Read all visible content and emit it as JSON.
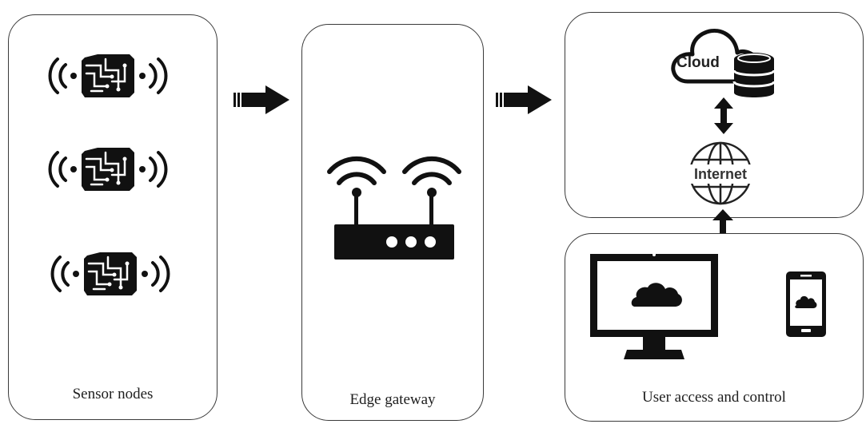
{
  "panels": {
    "sensor": {
      "label": "Sensor nodes"
    },
    "edge": {
      "label": "Edge gateway"
    },
    "user": {
      "label": "User access and control"
    }
  },
  "cloud": {
    "text": "Cloud"
  },
  "internet": {
    "text": "Internet"
  },
  "colors": {
    "ink": "#111111",
    "border": "#3a3a3a",
    "background": "#ffffff"
  },
  "icons": [
    "wireless-sensor-board-icon",
    "arrow-right-icon",
    "wifi-router-icon",
    "cloud-icon",
    "database-icon",
    "globe-icon",
    "bidirectional-arrow-icon",
    "monitor-icon",
    "smartphone-icon"
  ]
}
